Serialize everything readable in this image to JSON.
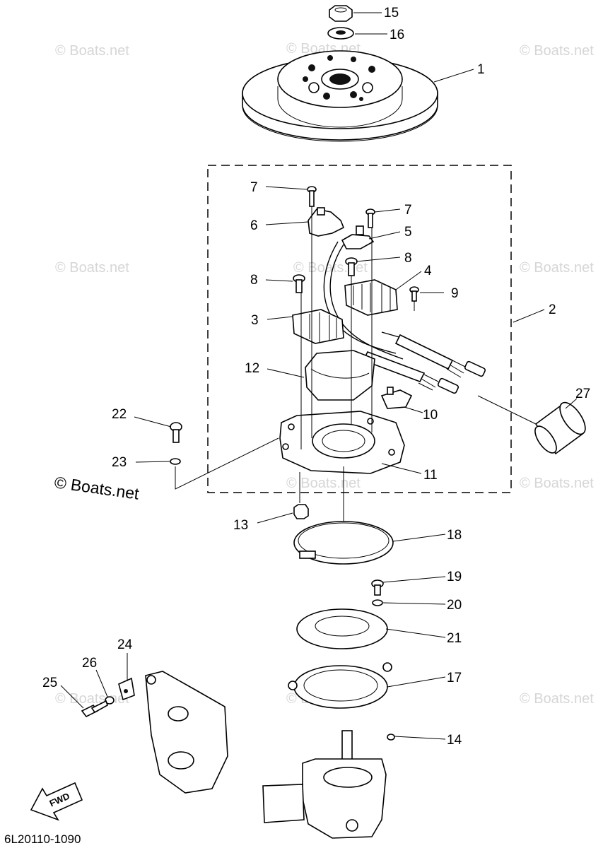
{
  "diagram": {
    "drawing_code": "6L20110-1090",
    "brand_label": "© Boats.net",
    "watermark": "© Boats.net",
    "fwd_label": "FWD",
    "callouts": [
      "1",
      "2",
      "3",
      "4",
      "5",
      "6",
      "7",
      "7",
      "8",
      "8",
      "9",
      "10",
      "11",
      "12",
      "13",
      "14",
      "15",
      "16",
      "17",
      "18",
      "19",
      "20",
      "21",
      "22",
      "23",
      "24",
      "25",
      "26",
      "27"
    ]
  }
}
